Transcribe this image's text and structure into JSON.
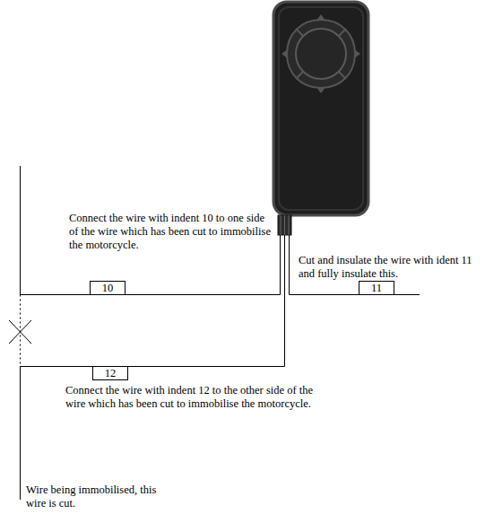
{
  "diagram": {
    "nodes": [
      {
        "text": [
          "10"
        ]
      },
      {
        "text": [
          "11"
        ]
      },
      {
        "text": [
          "12"
        ]
      }
    ],
    "labels": [
      "Connect the wire with indent 10 to one side of the wire which has been cut to immobilise the motorcycle.",
      "Cut and insulate the wire with ident 11 and fully insulate this.",
      "Connect the wire with indent 12 to the other side of the wire which has been cut to immobilise the motorcycle.",
      "Wire being immobilised, this wire is cut."
    ]
  }
}
